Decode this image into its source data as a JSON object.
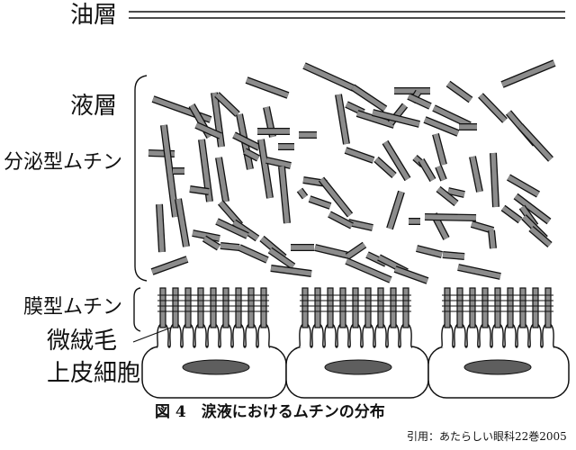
{
  "labels": {
    "oil_layer": "油層",
    "aqueous_layer": "液層",
    "secreted_mucin": "分泌型ムチン",
    "membrane_mucin": "膜型ムチン",
    "microvilli": "微絨毛",
    "epithelial_cell": "上皮細胞"
  },
  "caption": "図 4　涙液におけるムチンの分布",
  "credit": "引用：あたらしい眼科22巻2005",
  "colors": {
    "ink": "#111111",
    "mucin_fill": "#8c8c8c",
    "nucleus_fill": "#5e5e5e"
  }
}
